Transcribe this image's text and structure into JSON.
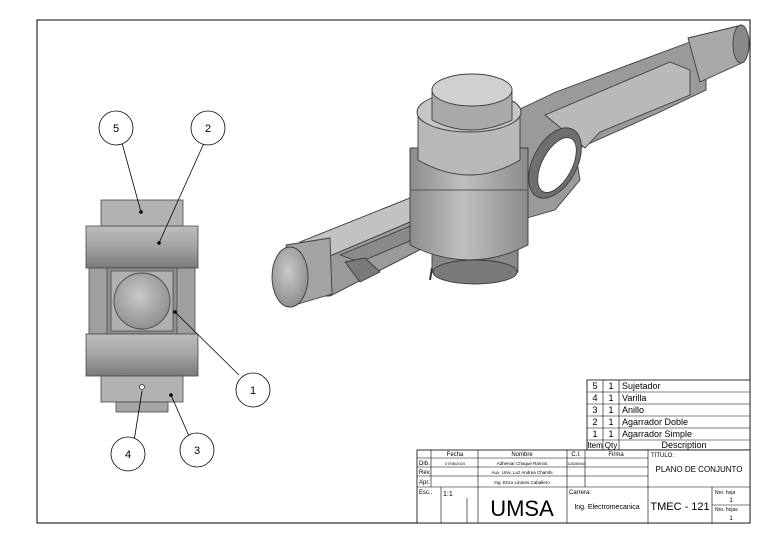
{
  "balloons": [
    {
      "num": "1"
    },
    {
      "num": "2"
    },
    {
      "num": "3"
    },
    {
      "num": "4"
    },
    {
      "num": "5"
    }
  ],
  "bom": {
    "header": {
      "item": "Item",
      "qty": "Qty",
      "description": "Description"
    },
    "rows": [
      {
        "item": "5",
        "qty": "1",
        "description": "Sujetador"
      },
      {
        "item": "4",
        "qty": "1",
        "description": "Varilla"
      },
      {
        "item": "3",
        "qty": "1",
        "description": "Anillo"
      },
      {
        "item": "2",
        "qty": "1",
        "description": "Agarrador Doble"
      },
      {
        "item": "1",
        "qty": "1",
        "description": "Agarrador Simple"
      }
    ]
  },
  "title_block": {
    "col_fecha": "Fecha",
    "col_nombre": "Nombre",
    "col_ci": "C.I.",
    "col_firma": "Firma",
    "titulo_label": "TITULO:",
    "titulo": "PLANO DE CONJUNTO",
    "rows": [
      {
        "label": "Dib.",
        "fecha": "07/06/2024",
        "nombre": "Adhemar Chaque Ramos",
        "ci": "12826940"
      },
      {
        "label": "Rev.",
        "fecha": "",
        "nombre": "Aux. Univ. Luz Andrea Chambi",
        "ci": ""
      },
      {
        "label": "Apr.",
        "fecha": "",
        "nombre": "Ing. Enzo Linares Caballero",
        "ci": ""
      }
    ],
    "esc_label": "Esc.:",
    "esc_value": "1:1",
    "logo": "UMSA",
    "carrera_label": "Carrera:",
    "carrera": "Ing. Electromecanica",
    "code": "TMEC - 121",
    "nro_hoja_label": "Nro. hoja",
    "nro_hoja": "1",
    "nro_hojas_label": "Nro. hojas",
    "nro_hojas": "1"
  },
  "colors": {
    "line": "#000000",
    "part_light": "#c8c8c8",
    "part_mid": "#a9a9a9",
    "part_dark": "#7d7d7d",
    "part_shadow": "#5e5e5e"
  }
}
